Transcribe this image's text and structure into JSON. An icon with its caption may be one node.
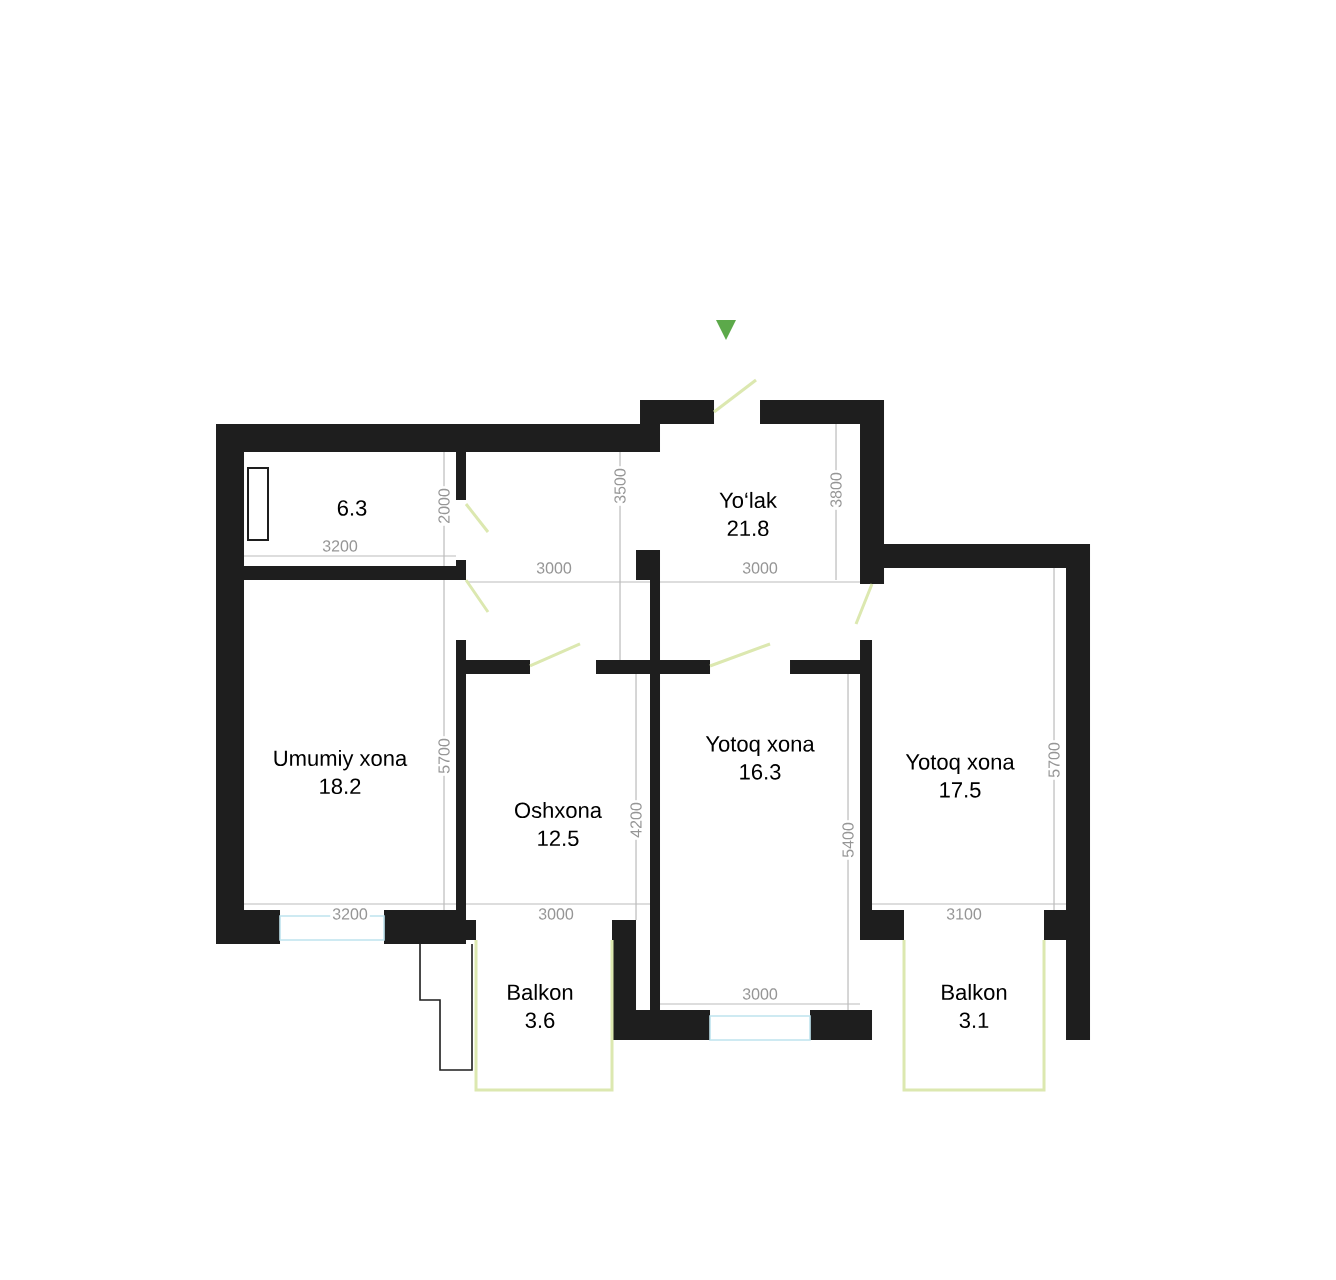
{
  "diagram": {
    "nodes": [
      {
        "text": [
          "6.3"
        ]
      },
      {
        "text": [
          "Yo‘lak",
          "21.8"
        ]
      },
      {
        "text": [
          "Umumiy xona",
          "18.2"
        ]
      },
      {
        "text": [
          "Oshxona",
          "12.5"
        ]
      },
      {
        "text": [
          "Yotoq xona",
          "16.3"
        ]
      },
      {
        "text": [
          "Yotoq xona",
          "17.5"
        ]
      },
      {
        "text": [
          "Balkon",
          "3.6"
        ]
      },
      {
        "text": [
          "Balkon",
          "3.1"
        ]
      }
    ],
    "labels": [
      "2000",
      "3500",
      "3800",
      "3200",
      "3000",
      "3000",
      "5700",
      "5700",
      "4200",
      "5400",
      "3200",
      "3000",
      "3100",
      "3000"
    ]
  }
}
